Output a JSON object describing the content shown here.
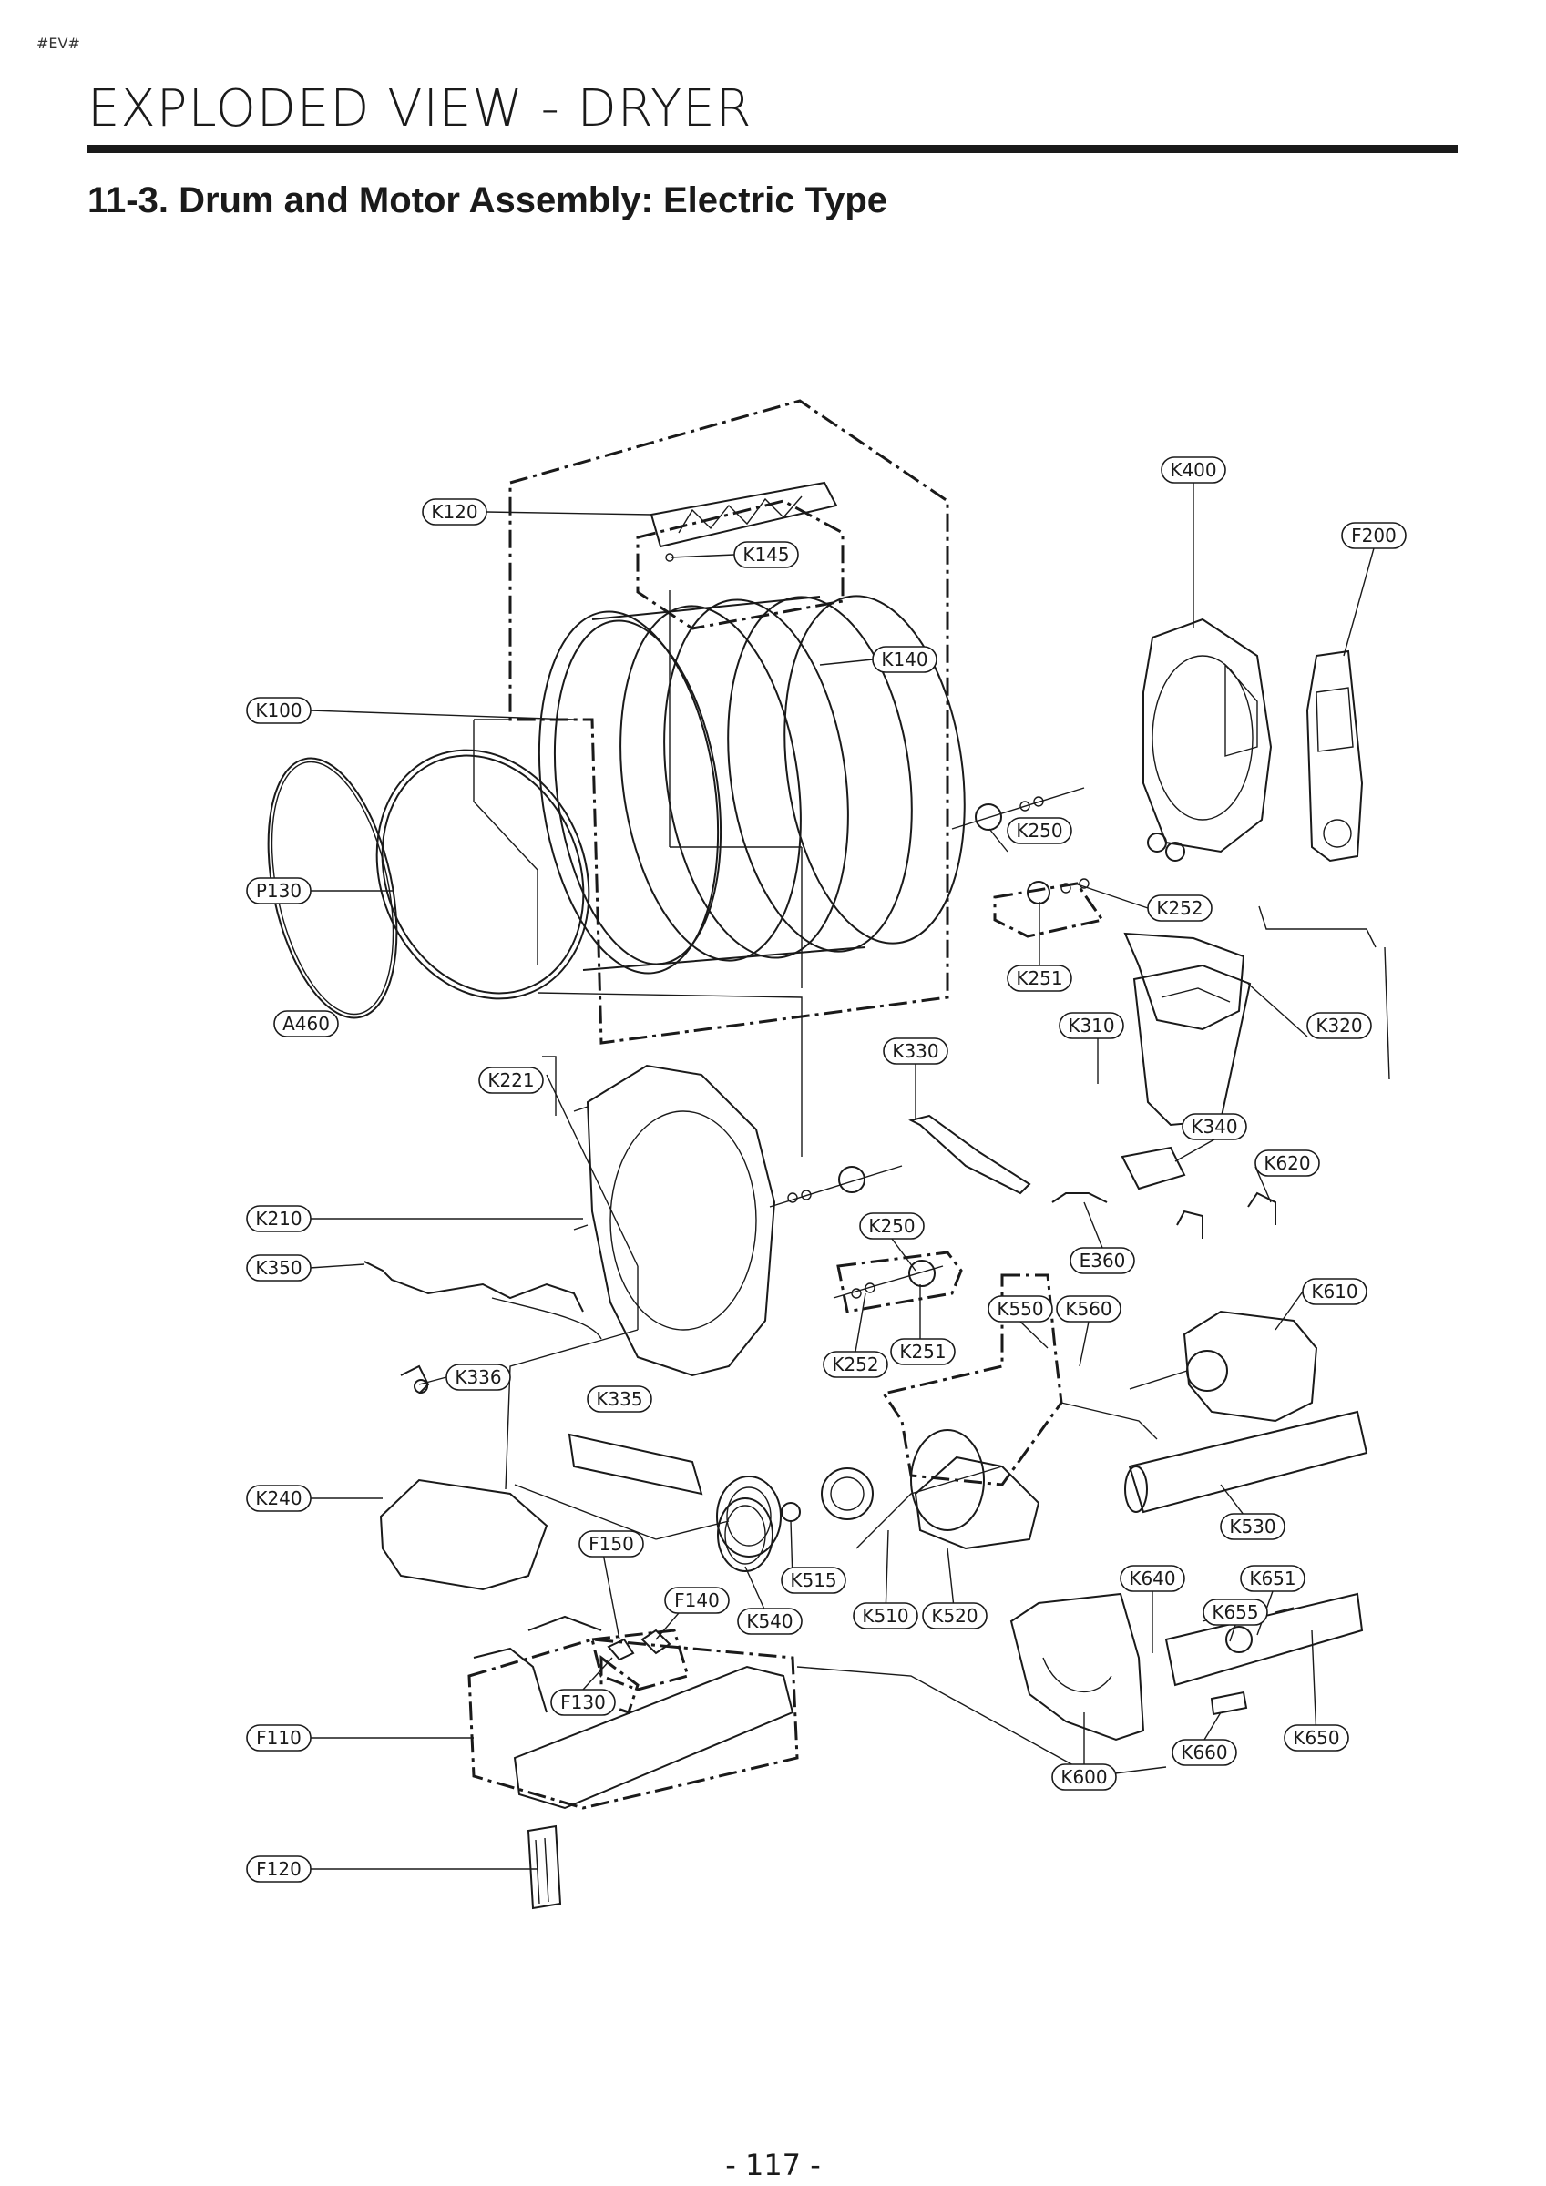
{
  "header": {
    "corner_tag": "#EV#",
    "page_heading": "EXPLODED VIEW - DRYER",
    "section_title": "11-3. Drum and Motor Assembly: Electric Type"
  },
  "diagram": {
    "labels": [
      "K120",
      "K145",
      "K140",
      "K100",
      "P130",
      "A460",
      "K221",
      "K400",
      "F200",
      "K250",
      "K252",
      "K251",
      "K310",
      "K320",
      "K330",
      "K340",
      "K620",
      "K210",
      "K250",
      "K350",
      "E360",
      "K610",
      "K550",
      "K560",
      "K252",
      "K251",
      "K336",
      "K335",
      "K240",
      "K530",
      "F150",
      "K515",
      "K540",
      "K510",
      "K520",
      "K640",
      "K651",
      "K655",
      "F140",
      "F130",
      "F110",
      "K600",
      "K660",
      "K650",
      "F120"
    ]
  },
  "footer": {
    "page_number": "- 117 -"
  }
}
